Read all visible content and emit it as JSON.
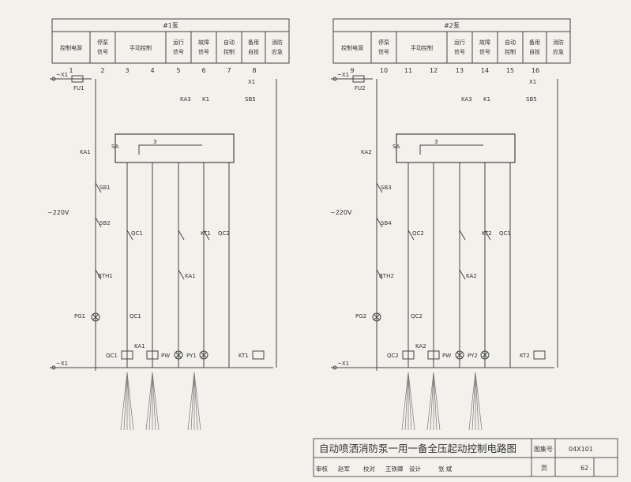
{
  "left_panel": {
    "title": "#1泵",
    "headers": [
      "控制电源",
      "停泵\n信号",
      "手动控制",
      "运行\n信号",
      "故障\n信号",
      "自动\n控制",
      "备用\n自投",
      "消防\n应急"
    ],
    "columns": [
      "1",
      "2",
      "3",
      "4",
      "5",
      "6",
      "7",
      "8"
    ]
  },
  "right_panel": {
    "title": "#2泵",
    "headers": [
      "控制电源",
      "停泵\n信号",
      "手动控制",
      "运行\n信号",
      "故障\n信号",
      "自动\n控制",
      "备用\n自投",
      "消防\n应急"
    ],
    "columns": [
      "9",
      "10",
      "11",
      "12",
      "13",
      "14",
      "15",
      "16"
    ]
  },
  "supply_label": "~220V",
  "components": {
    "left": {
      "bus_top": "~X1",
      "bus_bot": "~X1",
      "fuse": "FU1",
      "ka_coil": "KA1",
      "selector": "SA",
      "stop_btn": "SB1",
      "start_btn": "SB2",
      "qc_aux": "QC1",
      "kt_contact": "KT1",
      "qc2": "QC2",
      "thermal": "BTH1",
      "ka": "KA1",
      "lamp_stop": "PG1",
      "qc_coil": "QC1",
      "ka_coil2": "KA1",
      "pw": "PW",
      "py": "PY1",
      "kt_coil": "KT1",
      "ka3": "KA3",
      "k1": "K1",
      "sb5": "SB5",
      "x1": "X1",
      "sa_pos": "3"
    },
    "right": {
      "bus_top": "~X1",
      "bus_bot": "~X1",
      "fuse": "FU2",
      "ka_coil": "KA2",
      "selector": "SA",
      "stop_btn": "SB3",
      "start_btn": "SB4",
      "qc_aux": "QC2",
      "kt_contact": "KT2",
      "qc2": "QC1",
      "thermal": "BTH2",
      "ka": "KA2",
      "lamp_stop": "PG2",
      "qc_coil": "QC2",
      "ka_coil2": "KA2",
      "pw": "PW",
      "py": "PY2",
      "kt_coil": "KT2",
      "ka3": "KA3",
      "k1": "K1",
      "sb5": "SB5",
      "x1": "X1",
      "sa_pos": "3"
    }
  },
  "terminal_labels_left": [
    "1",
    "2",
    "3",
    "4",
    "5",
    "6",
    "7",
    "8"
  ],
  "title_block": {
    "title": "自动喷洒消防泵一用一备全压起动控制电路图",
    "atlas_label": "图集号",
    "atlas_no": "04X101",
    "page_label": "页",
    "page_no": "62",
    "row": [
      "审核",
      "赵军",
      "校对",
      "王铁卿",
      "设计",
      "张 斌"
    ]
  }
}
